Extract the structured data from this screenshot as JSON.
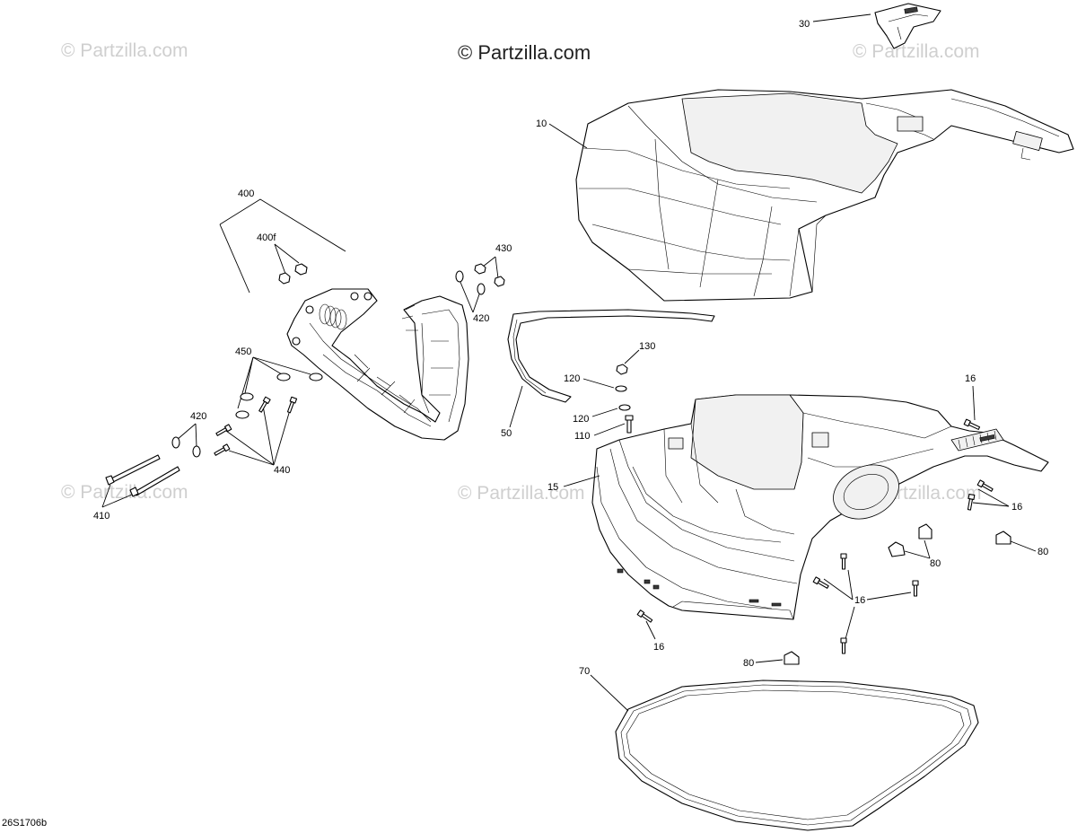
{
  "watermarks": {
    "main": "© Partzilla.com",
    "faint": "© Partzilla.com"
  },
  "drawing_code": "26S1706b",
  "callouts": {
    "c30": "30",
    "c10": "10",
    "c400": "400",
    "c400f": "400f",
    "c430": "430",
    "c420a": "420",
    "c450": "450",
    "c420b": "420",
    "c440": "440",
    "c410": "410",
    "c130": "130",
    "c120a": "120",
    "c120b": "120",
    "c110": "110",
    "c50": "50",
    "c15": "15",
    "c16a": "16",
    "c16b": "16",
    "c16c": "16",
    "c16d": "16",
    "c80a": "80",
    "c80b": "80",
    "c80c": "80",
    "c70": "70"
  }
}
